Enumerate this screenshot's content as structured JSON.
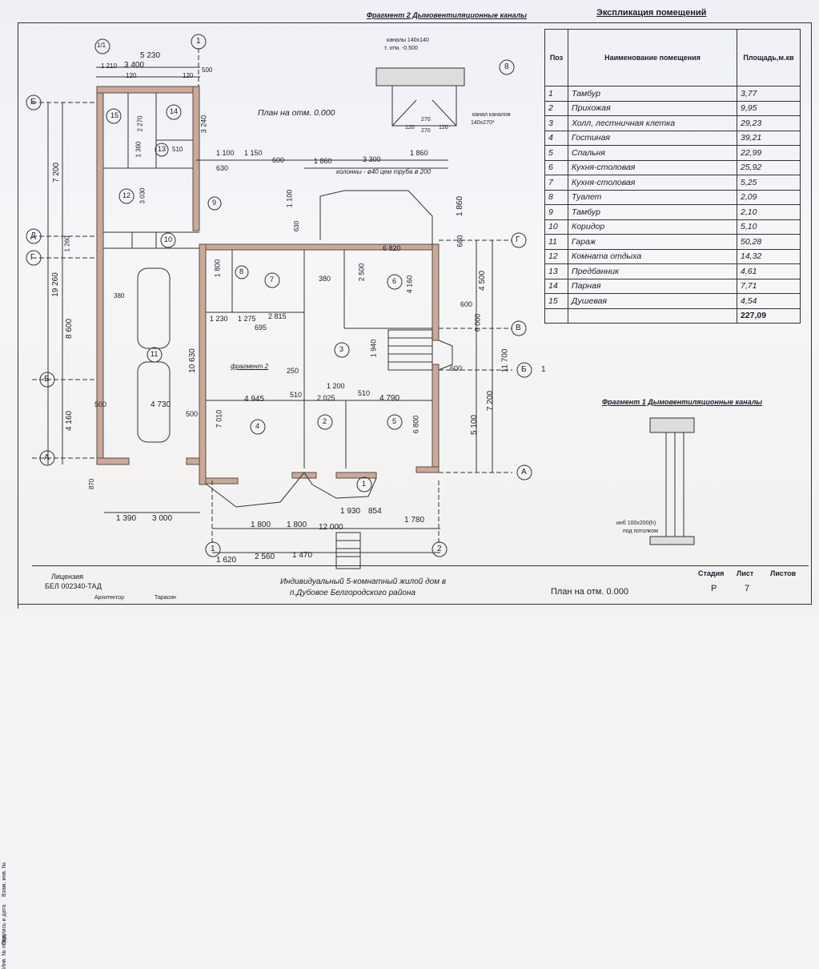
{
  "plan": {
    "title": "План на отм. 0.000",
    "axes_letters": [
      "Е",
      "Д",
      "Г",
      "Б",
      "А",
      "Г",
      "В",
      "Б",
      "А"
    ],
    "axes_numbers": [
      "1",
      "2",
      "1/1",
      "1",
      "2",
      "8"
    ],
    "top_dims": [
      "5 230",
      "3 400",
      "1 210",
      "120",
      "500",
      "120"
    ],
    "dims_left": [
      "7 200",
      "1 260",
      "19 260",
      "8 600",
      "4 160",
      "380",
      "10 630",
      "870",
      "1 390",
      "3 000"
    ],
    "dims_right": [
      "11 700",
      "4 500",
      "600",
      "6 000",
      "5 100",
      "7 200",
      "1 860",
      "680",
      "600"
    ],
    "dims_bottom": [
      "12 000",
      "1 800",
      "1 800",
      "1 930",
      "854",
      "1 780",
      "1 620",
      "2 560",
      "1 470"
    ],
    "dims_inner": [
      "3 240",
      "2 270",
      "1 360",
      "510",
      "3 030",
      "1 100",
      "1 150",
      "630",
      "600",
      "1 100",
      "630",
      "1 860",
      "3 300",
      "1 860",
      "6 820",
      "2 500",
      "380",
      "1 800",
      "1 230",
      "1 275",
      "2 815",
      "695",
      "4 160",
      "250",
      "1 940",
      "4 945",
      "510",
      "2 025",
      "510",
      "4 790",
      "1 200",
      "7 010",
      "6 800",
      "4 730",
      "500",
      "500"
    ],
    "note_columns": "колонны - ø40 цем труба ø 200",
    "fragment2_label": "фрагмент 2",
    "cut_mark": "1",
    "rooms": [
      "15",
      "14",
      "13",
      "12",
      "10",
      "9",
      "8",
      "7",
      "6",
      "11",
      "3",
      "4",
      "2",
      "5",
      "1"
    ]
  },
  "fragment2": {
    "title": "Фрагмент 2 Дымовентиляционные каналы",
    "note1": "каналы 140х140",
    "note2": "т. отм. -0.500",
    "note3": "канал каналов",
    "note4": "140х270*",
    "dims": [
      "270",
      "120",
      "120",
      "270"
    ]
  },
  "fragment1": {
    "title": "Фрагмент 1 Дымовентиляционные каналы",
    "note": "инб 100х200(h)",
    "note2": "под потолком"
  },
  "explication": {
    "title": "Экспликация помещений",
    "headers": [
      "Поз",
      "Наименование помещения",
      "Площадь,м.кв"
    ],
    "rows": [
      [
        "1",
        "Тамбур",
        "3,77"
      ],
      [
        "2",
        "Прихожая",
        "9,95"
      ],
      [
        "3",
        "Холл, лестничная клетка",
        "29,23"
      ],
      [
        "4",
        "Гостиная",
        "39,21"
      ],
      [
        "5",
        "Спальня",
        "22,99"
      ],
      [
        "6",
        "Кухня-столовая",
        "25,92"
      ],
      [
        "7",
        "Кухня-столовая",
        "5,25"
      ],
      [
        "8",
        "Туалет",
        "2,09"
      ],
      [
        "9",
        "Тамбур",
        "2,10"
      ],
      [
        "10",
        "Коридор",
        "5,10"
      ],
      [
        "11",
        "Гараж",
        "50,28"
      ],
      [
        "12",
        "Комната отдыха",
        "14,32"
      ],
      [
        "13",
        "Предбанник",
        "4,61"
      ],
      [
        "14",
        "Парная",
        "7,71"
      ],
      [
        "15",
        "Душевая",
        "4,54"
      ]
    ],
    "total": "227,09"
  },
  "stamp": {
    "license": "Лицензия",
    "license_no": "БЕЛ 002340-ТАД",
    "architect_role": "Архитектор",
    "architect": "Тарасин",
    "project": "Индивидуальный 5-комнатный жилой дом в",
    "project2": "п.Дубовое Белгородского района",
    "sheet_title": "План на отм. 0.000",
    "stage_label": "Стадия",
    "sheet_label": "Лист",
    "sheets_label": "Листов",
    "stage": "Р",
    "sheet": "7"
  },
  "side_labels": [
    "Инв. № подл.",
    "Подпись и дата",
    "Взам. инв. №"
  ]
}
